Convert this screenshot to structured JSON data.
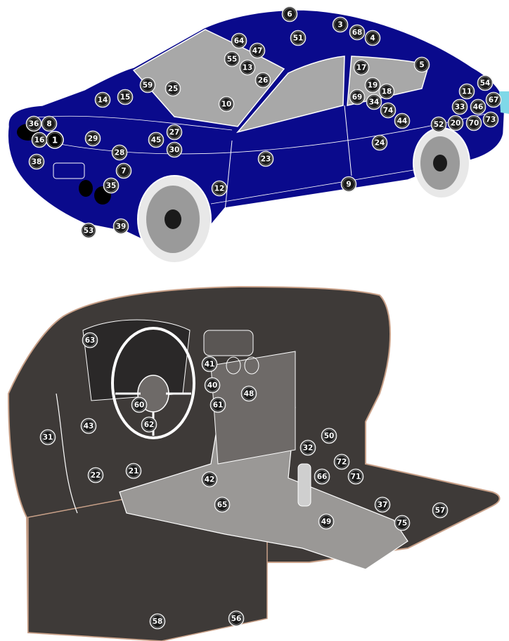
{
  "diagram": {
    "colors": {
      "car_body": "#0a0a8c",
      "glass": "#a8a8a8",
      "interior_dark": "#3e3a38",
      "interior_console": "#9a9896",
      "outline": "#ffffff",
      "marker_fill": "#1a1a1a"
    },
    "exterior_markers": [
      "1",
      "3",
      "4",
      "5",
      "6",
      "7",
      "8",
      "9",
      "10",
      "11",
      "12",
      "13",
      "14",
      "15",
      "16",
      "17",
      "18",
      "19",
      "20",
      "23",
      "24",
      "25",
      "26",
      "27",
      "28",
      "29",
      "30",
      "33",
      "34",
      "35",
      "36",
      "38",
      "39",
      "44",
      "45",
      "46",
      "47",
      "51",
      "52",
      "53",
      "54",
      "55",
      "59",
      "64",
      "67",
      "68",
      "69",
      "70",
      "73",
      "74"
    ],
    "interior_markers": [
      "21",
      "22",
      "31",
      "32",
      "37",
      "40",
      "41",
      "42",
      "43",
      "48",
      "49",
      "50",
      "56",
      "57",
      "58",
      "60",
      "61",
      "62",
      "63",
      "65",
      "66",
      "71",
      "72",
      "75"
    ]
  }
}
